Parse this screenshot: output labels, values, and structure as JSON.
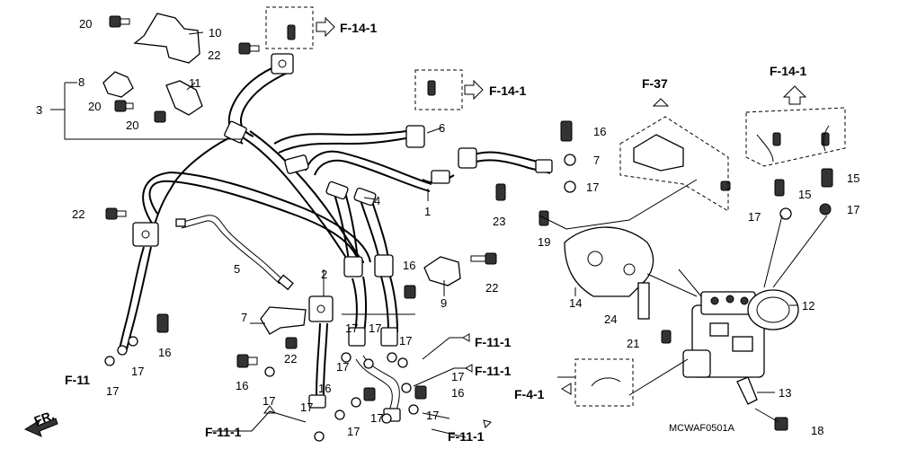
{
  "diagram": {
    "code": "MCWAF0501A",
    "front_label": "FR.",
    "callouts": {
      "c1": "1",
      "c2": "2",
      "c3": "3",
      "c4": "4",
      "c5": "5",
      "c6": "6",
      "c7a": "7",
      "c7b": "7",
      "c8": "8",
      "c9": "9",
      "c10": "10",
      "c11": "11",
      "c12": "12",
      "c13": "13",
      "c14": "14",
      "c15a": "15",
      "c15b": "15",
      "c16a": "16",
      "c16b": "16",
      "c16c": "16",
      "c16d": "16",
      "c16e": "16",
      "c17a": "17",
      "c17b": "17",
      "c17c": "17",
      "c17d": "17",
      "c17e": "17",
      "c17f": "17",
      "c17g": "17",
      "c17h": "17",
      "c17i": "17",
      "c17j": "17",
      "c17k": "17",
      "c17l": "17",
      "c17m": "17",
      "c17n": "17",
      "c18": "18",
      "c19": "19",
      "c20a": "20",
      "c20b": "20",
      "c20c": "20",
      "c21": "21",
      "c22a": "22",
      "c22b": "22",
      "c22c": "22",
      "c22d": "22",
      "c23": "23",
      "c24": "24"
    },
    "references": {
      "r_f14_top": "F-14-1",
      "r_f14_mid": "F-14-1",
      "r_f14_right": "F-14-1",
      "r_f37": "F-37",
      "r_f11": "F-11",
      "r_f111_a": "F-11-1",
      "r_f111_b": "F-11-1",
      "r_f111_c": "F-11-1",
      "r_f111_d": "F-11-1",
      "r_f41": "F-4-1"
    }
  }
}
